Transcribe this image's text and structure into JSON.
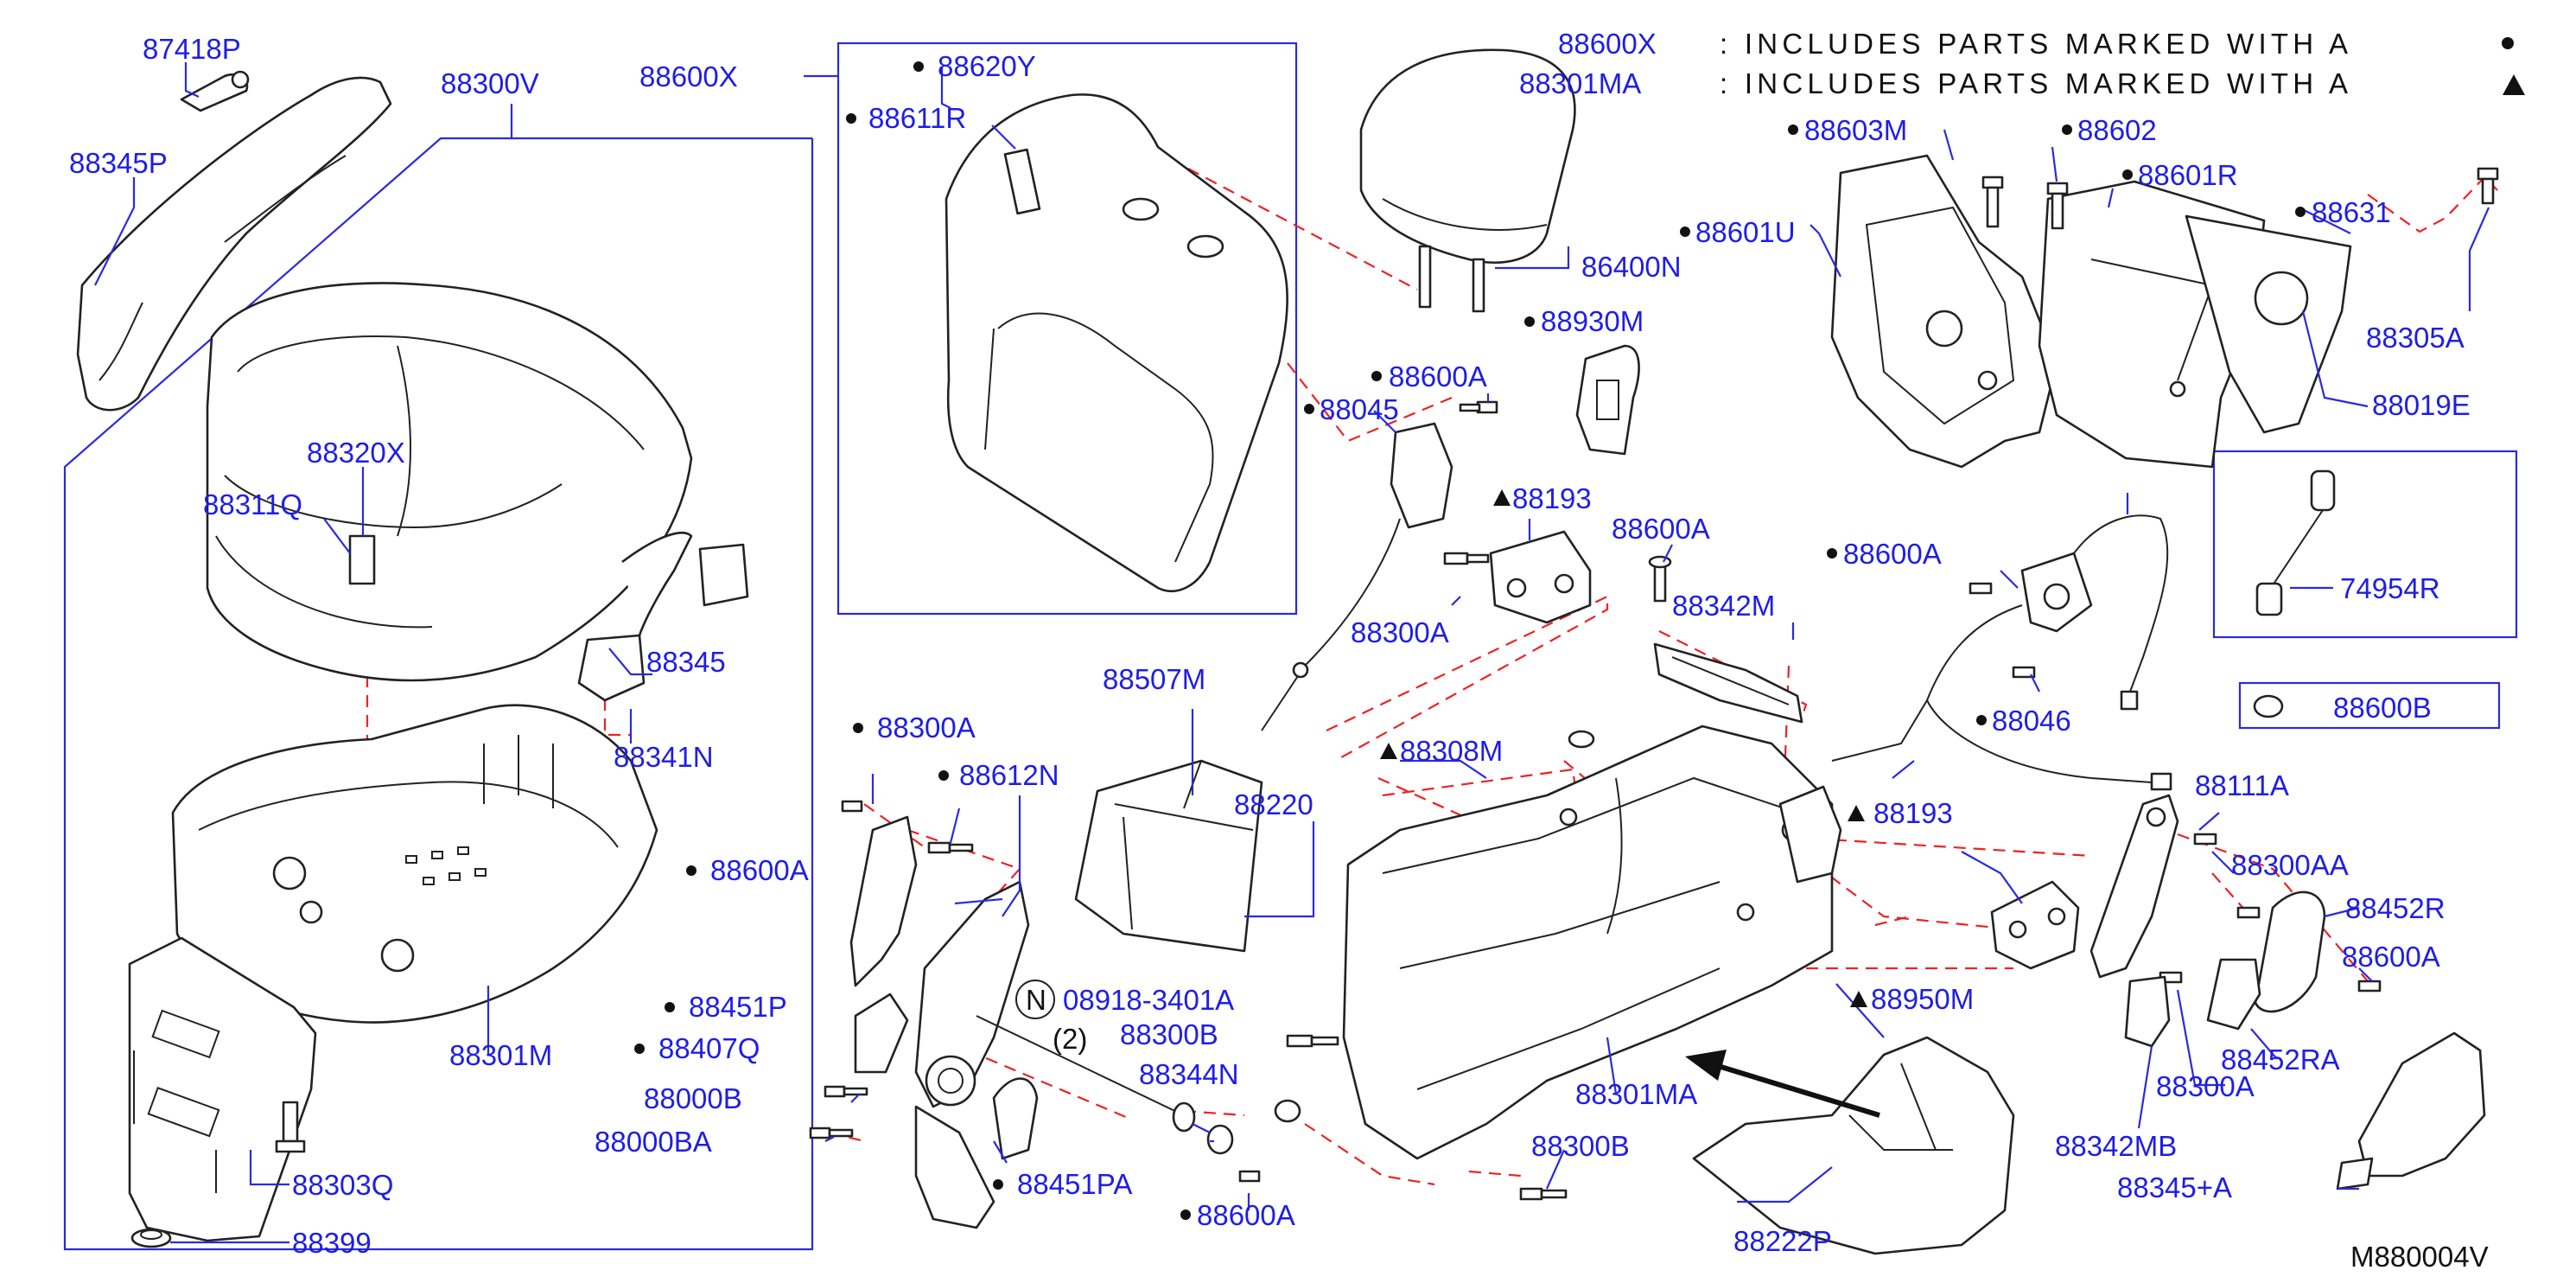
{
  "notes": [
    {
      "code": "88600X",
      "text": ": INCLUDES PARTS MARKED WITH A",
      "symbol_icon": "dot-marker-icon"
    },
    {
      "code": "88301MA",
      "text": ": INCLUDES PARTS MARKED WITH A",
      "symbol_icon": "triangle-marker-icon"
    }
  ],
  "drawing_code": "M880004V",
  "colors": {
    "callout": "#1e1ee6",
    "assembly_line": "#ee2222",
    "outline": "#222222"
  },
  "labels": [
    {
      "id": "l-87418P",
      "text": "87418P",
      "marker": "none"
    },
    {
      "id": "l-88345P",
      "text": "88345P",
      "marker": "none"
    },
    {
      "id": "l-88300V",
      "text": "88300V",
      "marker": "none"
    },
    {
      "id": "l-88320X",
      "text": "88320X",
      "marker": "none"
    },
    {
      "id": "l-88311Q",
      "text": "88311Q",
      "marker": "none"
    },
    {
      "id": "l-88345",
      "text": "88345",
      "marker": "none"
    },
    {
      "id": "l-88341N",
      "text": "88341N",
      "marker": "none"
    },
    {
      "id": "l-88600A-1",
      "text": "88600A",
      "marker": "dot"
    },
    {
      "id": "l-88301M",
      "text": "88301M",
      "marker": "none"
    },
    {
      "id": "l-88303Q",
      "text": "88303Q",
      "marker": "none"
    },
    {
      "id": "l-88399",
      "text": "88399",
      "marker": "none"
    },
    {
      "id": "l-88600X",
      "text": "88600X",
      "marker": "none"
    },
    {
      "id": "l-88620Y",
      "text": "88620Y",
      "marker": "dot"
    },
    {
      "id": "l-88611R",
      "text": "88611R",
      "marker": "dot"
    },
    {
      "id": "l-88300A-1",
      "text": "88300A",
      "marker": "dot"
    },
    {
      "id": "l-88612N",
      "text": "88612N",
      "marker": "dot"
    },
    {
      "id": "l-88451P",
      "text": "88451P",
      "marker": "dot"
    },
    {
      "id": "l-88407Q",
      "text": "88407Q",
      "marker": "dot"
    },
    {
      "id": "l-88000B",
      "text": "88000B",
      "marker": "none"
    },
    {
      "id": "l-88000BA",
      "text": "88000BA",
      "marker": "none"
    },
    {
      "id": "l-88451PA",
      "text": "88451PA",
      "marker": "dot"
    },
    {
      "id": "l-N-circle",
      "text": "N",
      "marker": "none"
    },
    {
      "id": "l-08918",
      "text": "08918-3401A",
      "marker": "none"
    },
    {
      "id": "l-qty2",
      "text": "(2)",
      "marker": "none"
    },
    {
      "id": "l-88300B-1",
      "text": "88300B",
      "marker": "none"
    },
    {
      "id": "l-88344N",
      "text": "88344N",
      "marker": "none"
    },
    {
      "id": "l-88600A-2",
      "text": "88600A",
      "marker": "dot"
    },
    {
      "id": "l-88507M",
      "text": "88507M",
      "marker": "none"
    },
    {
      "id": "l-88220",
      "text": "88220",
      "marker": "none"
    },
    {
      "id": "l-88301MA-hdr",
      "text": "88301MA",
      "marker": "none"
    },
    {
      "id": "l-86400N",
      "text": "86400N",
      "marker": "none"
    },
    {
      "id": "l-88600A-3",
      "text": "88600A",
      "marker": "dot"
    },
    {
      "id": "l-88045",
      "text": "88045",
      "marker": "dot"
    },
    {
      "id": "l-88930M",
      "text": "88930M",
      "marker": "dot"
    },
    {
      "id": "l-88193-1",
      "text": "88193",
      "marker": "triangle"
    },
    {
      "id": "l-88300A-2",
      "text": "88300A",
      "marker": "none"
    },
    {
      "id": "l-88600A-4",
      "text": "88600A",
      "marker": "none"
    },
    {
      "id": "l-88342M",
      "text": "88342M",
      "marker": "none"
    },
    {
      "id": "l-88308M",
      "text": "88308M",
      "marker": "triangle"
    },
    {
      "id": "l-88301MA",
      "text": "88301MA",
      "marker": "none"
    },
    {
      "id": "l-88300B-2",
      "text": "88300B",
      "marker": "none"
    },
    {
      "id": "l-88222P",
      "text": "88222P",
      "marker": "none"
    },
    {
      "id": "l-88950M",
      "text": "88950M",
      "marker": "triangle"
    },
    {
      "id": "l-88601U",
      "text": "88601U",
      "marker": "dot"
    },
    {
      "id": "l-88603M",
      "text": "88603M",
      "marker": "dot"
    },
    {
      "id": "l-88602",
      "text": "88602",
      "marker": "dot"
    },
    {
      "id": "l-88601R",
      "text": "88601R",
      "marker": "dot"
    },
    {
      "id": "l-88631",
      "text": "88631",
      "marker": "dot"
    },
    {
      "id": "l-88305A",
      "text": "88305A",
      "marker": "none"
    },
    {
      "id": "l-88019E",
      "text": "88019E",
      "marker": "none"
    },
    {
      "id": "l-74954R",
      "text": "74954R",
      "marker": "none"
    },
    {
      "id": "l-88600B",
      "text": "88600B",
      "marker": "none"
    },
    {
      "id": "l-88600A-5",
      "text": "88600A",
      "marker": "dot"
    },
    {
      "id": "l-88046",
      "text": "88046",
      "marker": "dot"
    },
    {
      "id": "l-88193-2",
      "text": "88193",
      "marker": "triangle"
    },
    {
      "id": "l-88111A",
      "text": "88111A",
      "marker": "none"
    },
    {
      "id": "l-88300AA",
      "text": "88300AA",
      "marker": "none"
    },
    {
      "id": "l-88452R",
      "text": "88452R",
      "marker": "none"
    },
    {
      "id": "l-88600A-6",
      "text": "88600A",
      "marker": "none"
    },
    {
      "id": "l-88452RA",
      "text": "88452RA",
      "marker": "none"
    },
    {
      "id": "l-88300A-3",
      "text": "88300A",
      "marker": "none"
    },
    {
      "id": "l-88342MB",
      "text": "88342MB",
      "marker": "none"
    },
    {
      "id": "l-88345A",
      "text": "88345+A",
      "marker": "none"
    }
  ]
}
